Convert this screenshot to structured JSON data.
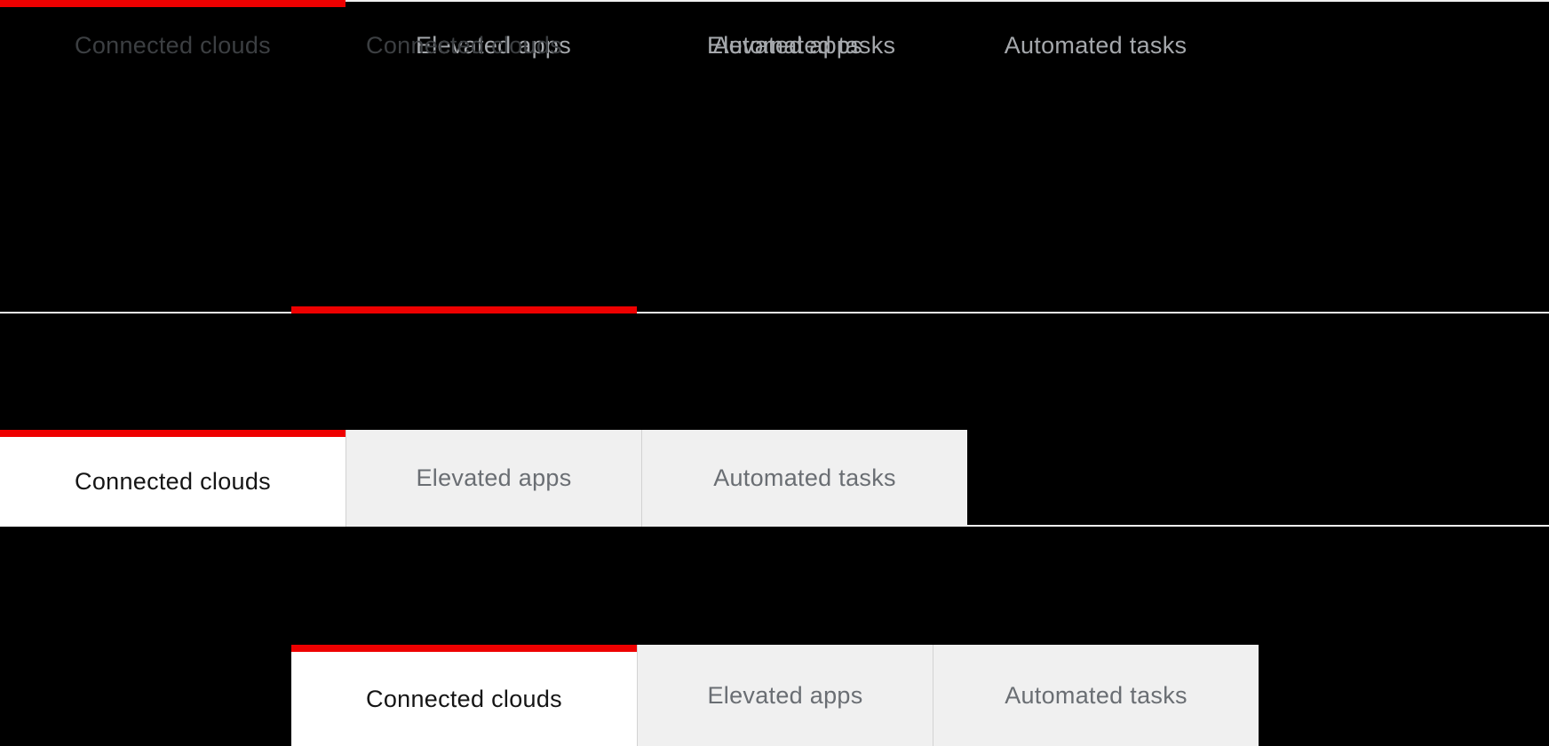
{
  "canvas": {
    "background": "#000000"
  },
  "colors": {
    "accent_red": "#ee0000",
    "baseline_rule": "#f0f0f0",
    "underline_active_text": "#3c3f42",
    "underline_inactive_text": "#a5a8ac",
    "box_active_bg": "#ffffff",
    "box_inactive_bg": "#f0f0f0",
    "box_active_text": "#151515",
    "box_inactive_text": "#6a6e73",
    "box_separator": "#d2d2d2"
  },
  "tab_groups": [
    {
      "name": "underline-tabs-flush",
      "variant": "underline",
      "tabs": [
        {
          "label": "Connected clouds",
          "active": true
        },
        {
          "label": "Elevated apps",
          "active": false
        },
        {
          "label": "Automated tasks",
          "active": false
        }
      ]
    },
    {
      "name": "underline-tabs-inset",
      "variant": "underline",
      "tabs": [
        {
          "label": "Connected clouds",
          "active": true
        },
        {
          "label": "Elevated apps",
          "active": false
        },
        {
          "label": "Automated tasks",
          "active": false
        }
      ]
    },
    {
      "name": "box-tabs-flush",
      "variant": "box",
      "tabs": [
        {
          "label": "Connected clouds",
          "active": true
        },
        {
          "label": "Elevated apps",
          "active": false
        },
        {
          "label": "Automated tasks",
          "active": false
        }
      ]
    },
    {
      "name": "box-tabs-inset",
      "variant": "box",
      "tabs": [
        {
          "label": "Connected clouds",
          "active": true
        },
        {
          "label": "Elevated apps",
          "active": false
        },
        {
          "label": "Automated tasks",
          "active": false
        }
      ]
    }
  ]
}
